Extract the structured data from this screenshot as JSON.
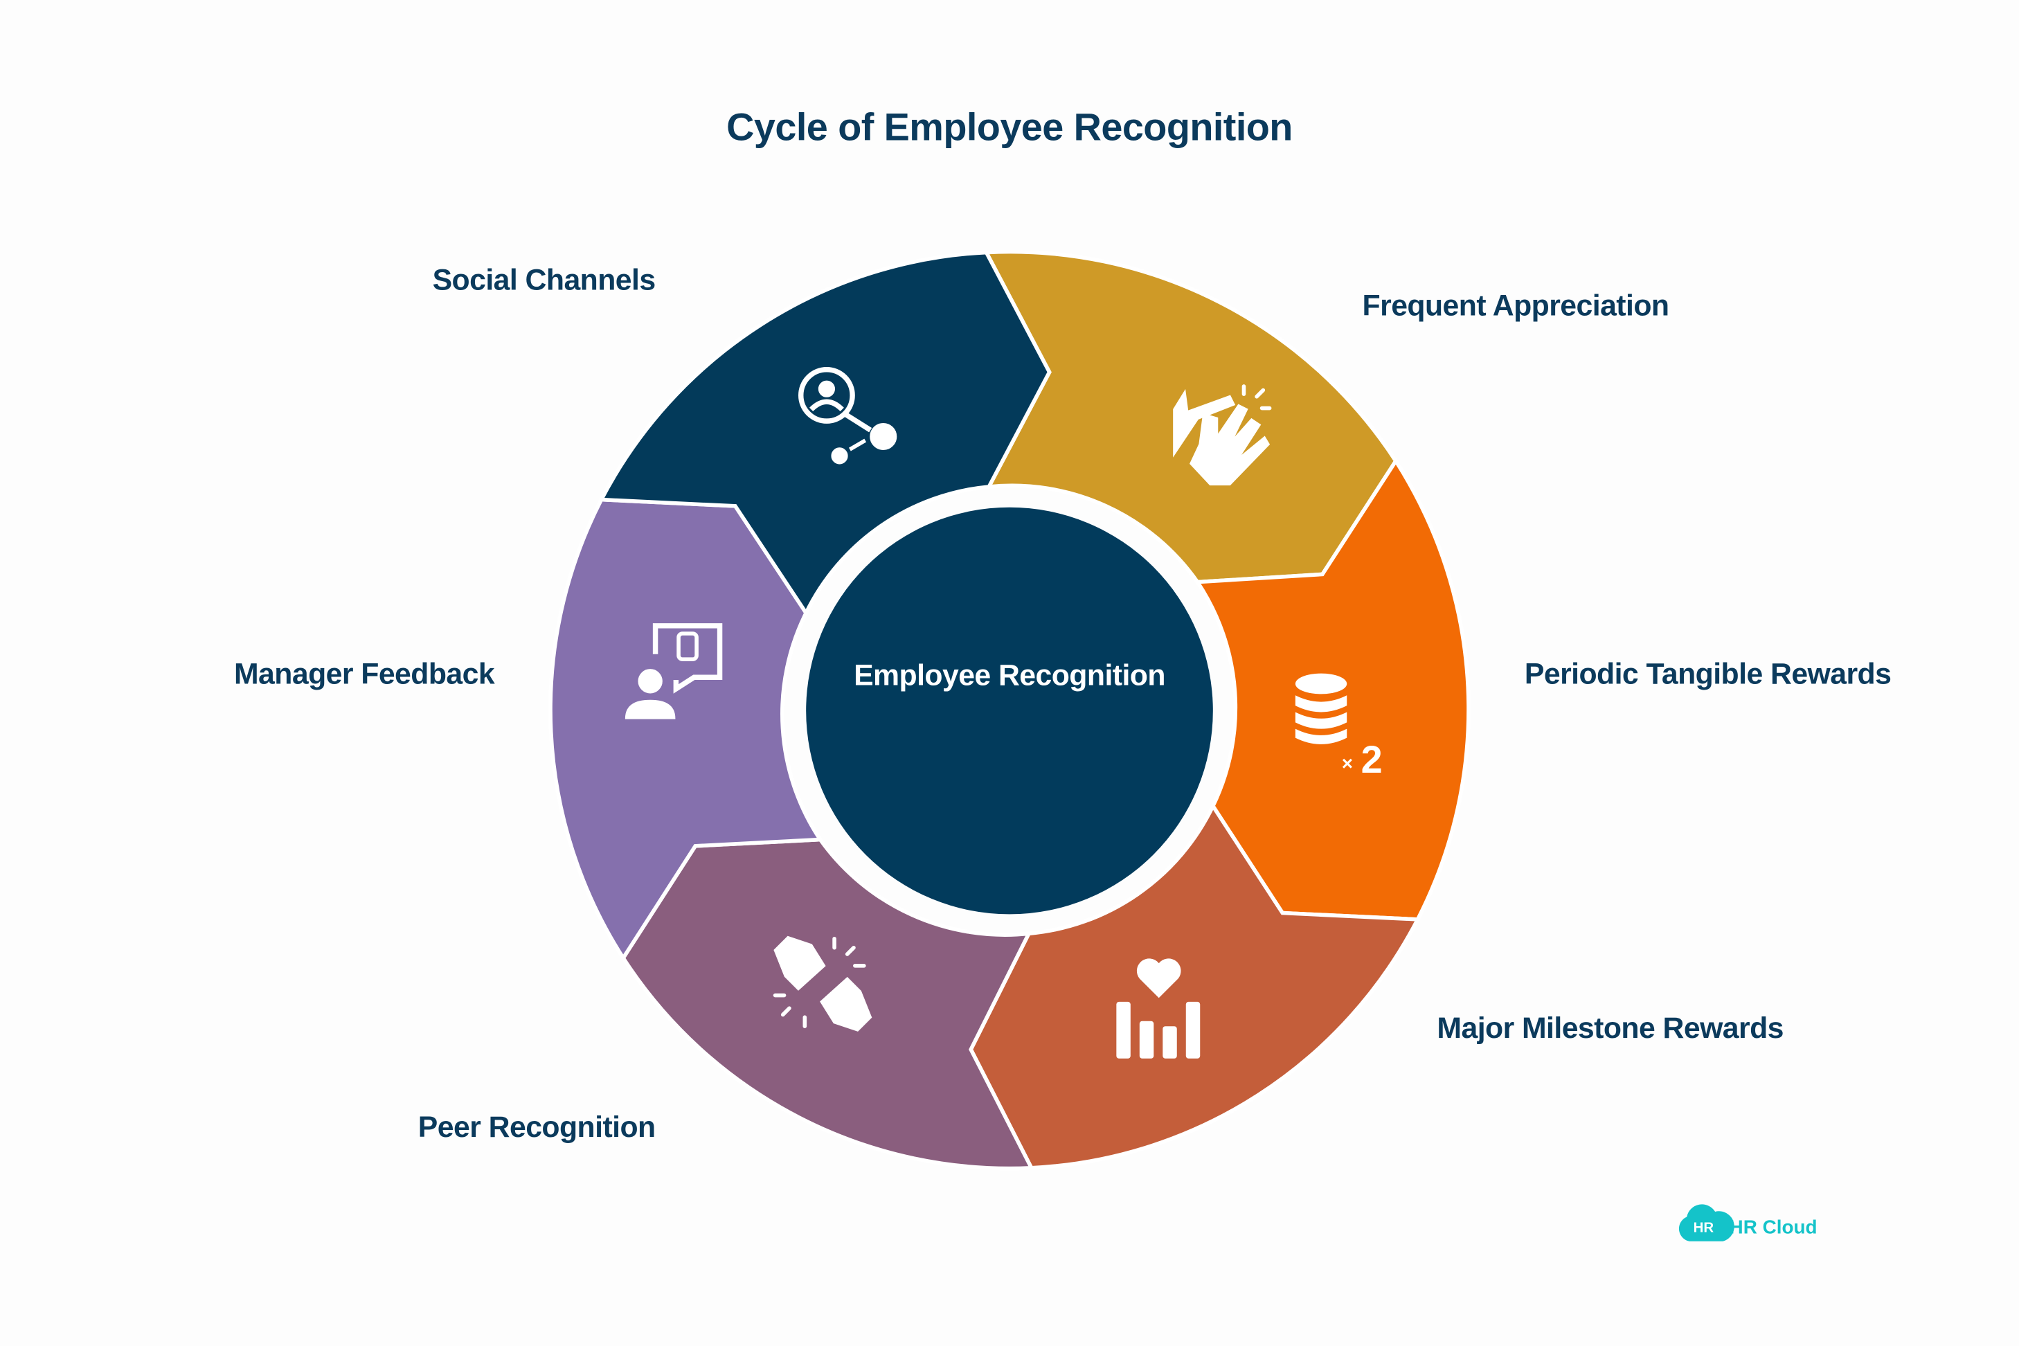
{
  "title": "Cycle of Employee Recognition",
  "center_label": "Employee Recognition",
  "segments": [
    {
      "label": "Frequent Appreciation",
      "color": "#cf9a27",
      "icon": "clapping-hands-icon"
    },
    {
      "label": "Periodic Tangible Rewards",
      "color": "#f26b05",
      "icon": "coin-stack-x2-icon"
    },
    {
      "label": "Major Milestone Rewards",
      "color": "#c45e3a",
      "icon": "heart-bar-chart-icon"
    },
    {
      "label": "Peer Recognition",
      "color": "#8a5e7e",
      "icon": "fist-bump-icon"
    },
    {
      "label": "Manager Feedback",
      "color": "#8570ad",
      "icon": "person-feedback-board-icon"
    },
    {
      "label": "Social Channels",
      "color": "#033a5a",
      "icon": "user-network-search-icon"
    }
  ],
  "center_color": "#023b5c",
  "text_color": "#0b3a5c",
  "logo": {
    "badge": "HR",
    "name": "HR Cloud",
    "color": "#14c3c9"
  }
}
